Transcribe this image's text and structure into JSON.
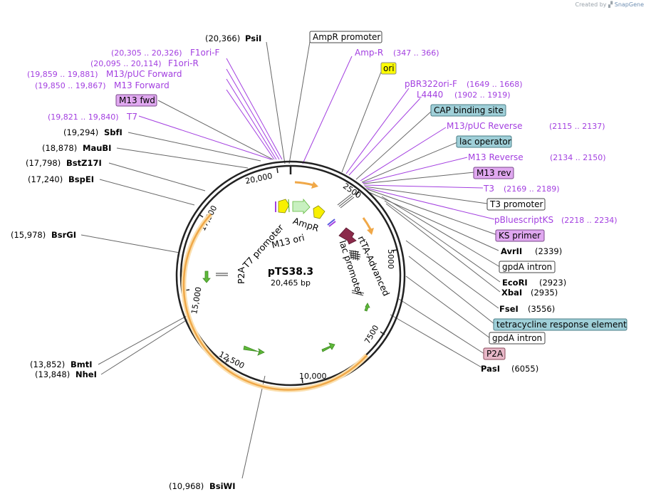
{
  "brand": {
    "prefix": "Created by",
    "name": "SnapGene"
  },
  "plasmid": {
    "name": "pTS38.3",
    "length": "20,465 bp"
  },
  "ruler": [
    "2500",
    "5000",
    "7500",
    "10,000",
    "12,500",
    "15,000",
    "17,500",
    "20,000"
  ],
  "site_labels": [
    {
      "pos": "(20,366)",
      "name": "PsiI"
    },
    {
      "pos": "(19,294)",
      "name": "SbfI"
    },
    {
      "pos": "(18,878)",
      "name": "MauBI"
    },
    {
      "pos": "(17,798)",
      "name": "BstZ17I"
    },
    {
      "pos": "(17,240)",
      "name": "BspEI"
    },
    {
      "pos": "(15,978)",
      "name": "BsrGI"
    },
    {
      "pos": "(13,852)",
      "name": "BmtI"
    },
    {
      "pos": "(13,848)",
      "name": "NheI"
    },
    {
      "pos": "(10,968)",
      "name": "BsiWI"
    },
    {
      "pos": "(2339)",
      "name": "AvrII"
    },
    {
      "pos": "(2923)",
      "name": "EcoRI"
    },
    {
      "pos": "(2935)",
      "name": "XbaI"
    },
    {
      "pos": "(3556)",
      "name": "FseI"
    },
    {
      "pos": "(6055)",
      "name": "PasI"
    }
  ],
  "primer_labels": [
    {
      "name": "F1ori-F",
      "range": "(20,305 .. 20,326)"
    },
    {
      "name": "F1ori-R",
      "range": "(20,095 .. 20,114)"
    },
    {
      "name": "M13/pUC Forward",
      "range": "(19,859 .. 19,881)"
    },
    {
      "name": "M13 Forward",
      "range": "(19,850 .. 19,867)"
    },
    {
      "name": "T7",
      "range": "(19,821 .. 19,840)"
    },
    {
      "name": "Amp-R",
      "range": "(347 .. 366)"
    },
    {
      "name": "pBR322ori-F",
      "range": "(1649 .. 1668)"
    },
    {
      "name": "L4440",
      "range": "(1902 .. 1919)"
    },
    {
      "name": "M13/pUC Reverse",
      "range": "(2115 .. 2137)"
    },
    {
      "name": "M13 Reverse",
      "range": "(2134 .. 2150)"
    },
    {
      "name": "T3",
      "range": "(2169 .. 2189)"
    },
    {
      "name": "pBluescriptKS",
      "range": "(2218 .. 2234)"
    }
  ],
  "box_labels": [
    {
      "text": "AmpR promoter",
      "color": "#ffffff"
    },
    {
      "text": "ori",
      "color": "#ffff00"
    },
    {
      "text": "M13 fwd",
      "color": "#e0a8f0"
    },
    {
      "text": "CAP binding site",
      "color": "#9fcfd8"
    },
    {
      "text": "lac operator",
      "color": "#9fcfd8"
    },
    {
      "text": "M13 rev",
      "color": "#e0a8f0"
    },
    {
      "text": "T3 promoter",
      "color": "#ffffff"
    },
    {
      "text": "KS primer",
      "color": "#e0a8f0"
    },
    {
      "text": "gpdA intron",
      "color": "#ffffff"
    },
    {
      "text": "tetracycline response element",
      "color": "#9fcfd8"
    },
    {
      "text": "gpdA intron",
      "color": "#ffffff"
    },
    {
      "text": "P2A",
      "color": "#e8b8c8"
    }
  ],
  "inner_labels": [
    "T7 promoter",
    "M13 ori",
    "AmpR",
    "lac promoter",
    "rtTA-Advanced",
    "P2A"
  ],
  "colors": {
    "backbone": "#222222",
    "feature_orange": "#f0a848",
    "feature_highlight": "#fbe0b0",
    "primer_purple": "#a33fe0",
    "gene_green": "#5fb83a",
    "promoter_yellow": "#f8f000",
    "rtta_maroon": "#8b2a4a",
    "leader_gray": "#666666"
  }
}
